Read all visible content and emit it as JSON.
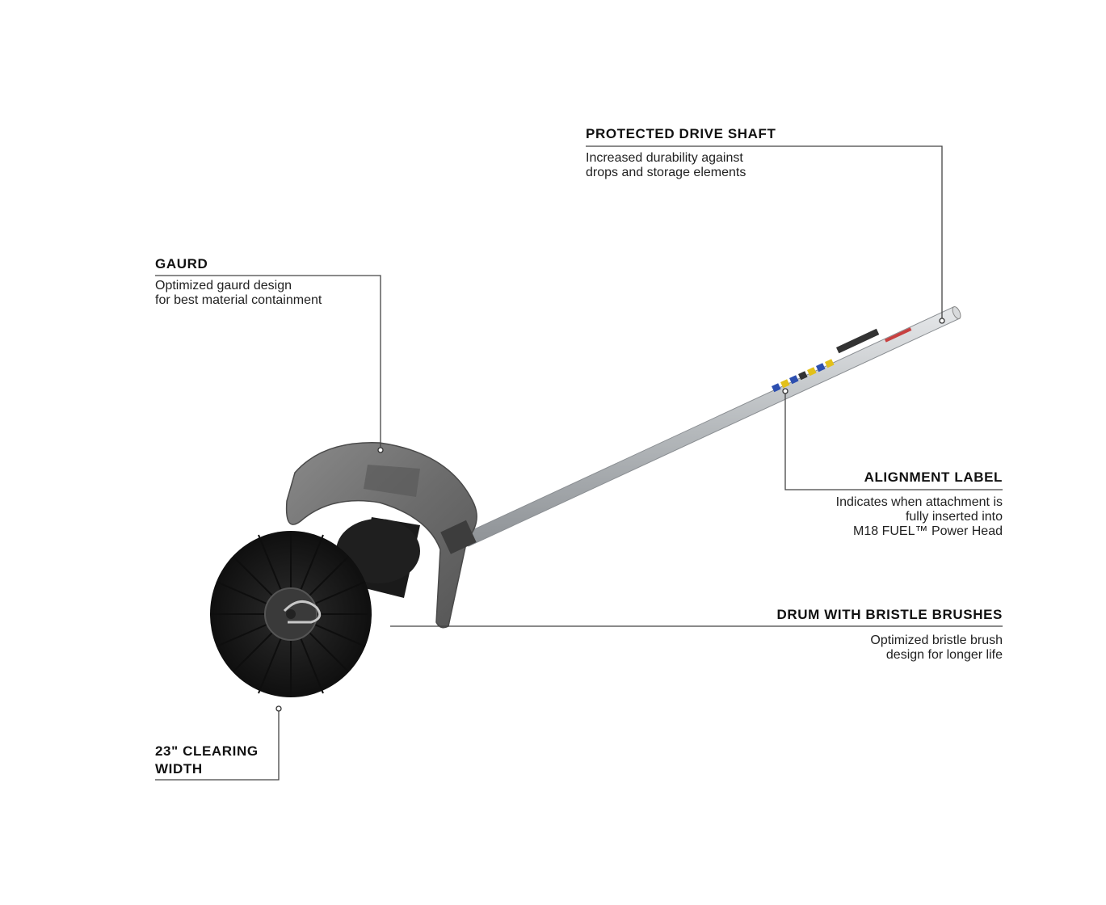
{
  "callouts": {
    "drive_shaft": {
      "title": "PROTECTED DRIVE SHAFT",
      "line1": "Increased durability against",
      "line2": "drops and storage elements"
    },
    "guard": {
      "title": "GAURD",
      "line1": "Optimized gaurd design",
      "line2": "for best material containment"
    },
    "alignment": {
      "title": "ALIGNMENT LABEL",
      "line1": "Indicates when attachment is",
      "line2": "fully inserted into",
      "line3": "M18 FUEL™ Power Head"
    },
    "drum": {
      "title": "DRUM WITH BRISTLE BRUSHES",
      "line1": "Optimized bristle brush",
      "line2": "design for longer life"
    },
    "clearing": {
      "title_line1": "23\" CLEARING",
      "title_line2": "WIDTH"
    }
  },
  "colors": {
    "shaft": "#b8bcbf",
    "guard": "#6f6f6f",
    "bristles": "#1b1b1b",
    "leader": "#444444"
  }
}
